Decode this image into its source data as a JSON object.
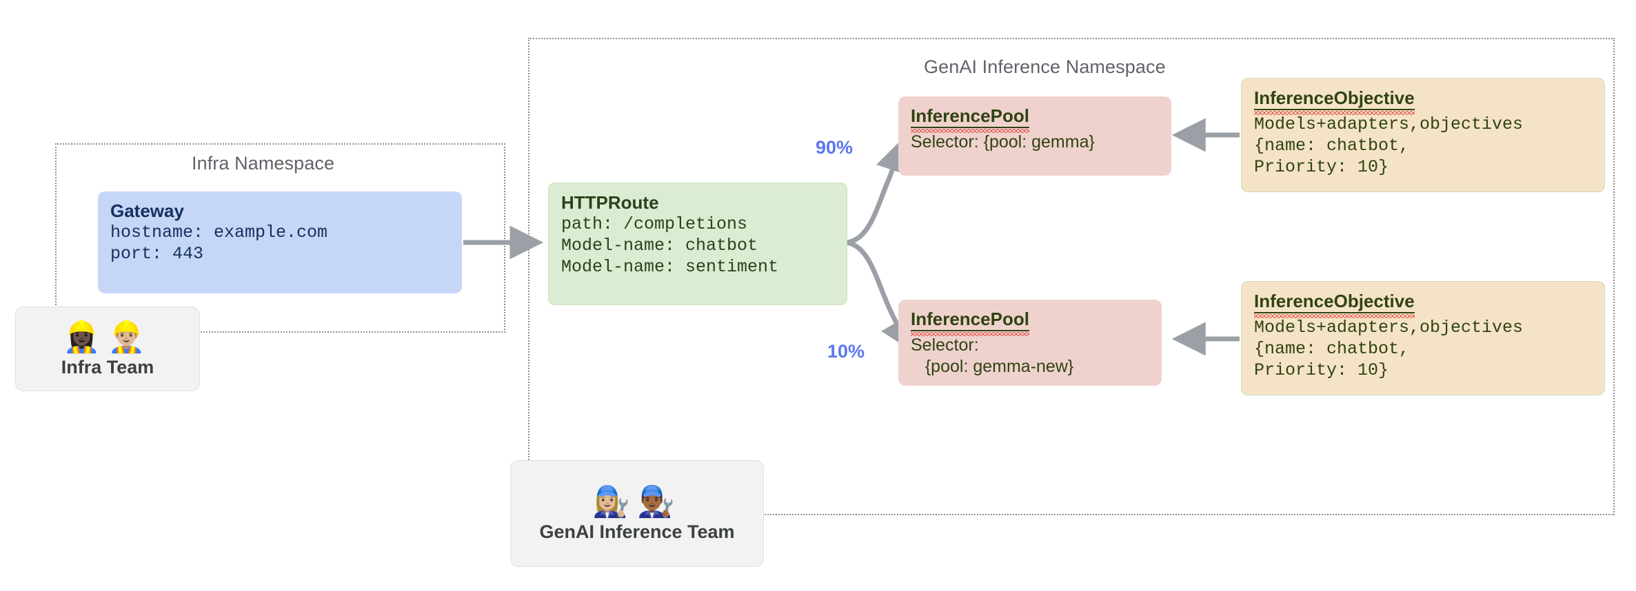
{
  "namespaces": {
    "infra": {
      "title": "Infra Namespace"
    },
    "genai": {
      "title": "GenAI Inference Namespace"
    }
  },
  "gateway": {
    "title": "Gateway",
    "line1": "hostname: example.com",
    "line2": "port: 443"
  },
  "httproute": {
    "title": "HTTPRoute",
    "line1": "path: /completions",
    "line2": "Model-name: chatbot",
    "line3": "Model-name: sentiment"
  },
  "pools": [
    {
      "title": "InferencePool",
      "line1": "Selector: {pool: gemma}",
      "line2": "",
      "weight_label": "90%"
    },
    {
      "title": "InferencePool",
      "line1": "Selector:",
      "line2": "   {pool: gemma-new}",
      "weight_label": "10%"
    }
  ],
  "objectives": [
    {
      "title": "InferenceObjective",
      "line1": "Models+adapters,objectives",
      "line2": "{name: chatbot,",
      "line3": "Priority: 10}"
    },
    {
      "title": "InferenceObjective",
      "line1": "Models+adapters,objectives",
      "line2": "{name: chatbot,",
      "line3": "Priority: 10}"
    }
  ],
  "teams": [
    {
      "label": "Infra Team",
      "emojis": "👷🏿‍♀️👷🏼‍♂️"
    },
    {
      "label": "GenAI Inference Team",
      "emojis": "👩🏼‍🔧👨🏾‍🔧"
    }
  ],
  "colors": {
    "gateway_bg": "#c5d6f7",
    "gateway_fg": "#16305e",
    "httproute_bg": "#dcecd2",
    "httproute_fg": "#29421b",
    "pool_bg": "#efd2ce",
    "objective_bg": "#f5e3c8",
    "resource_fg": "#2f4312",
    "edge_label": "#5b78f0",
    "arrow": "#9aa0a6",
    "namespace_border": "#8d8d8d",
    "namespace_title": "#5f6368",
    "team_bg": "#f2f2f2"
  }
}
